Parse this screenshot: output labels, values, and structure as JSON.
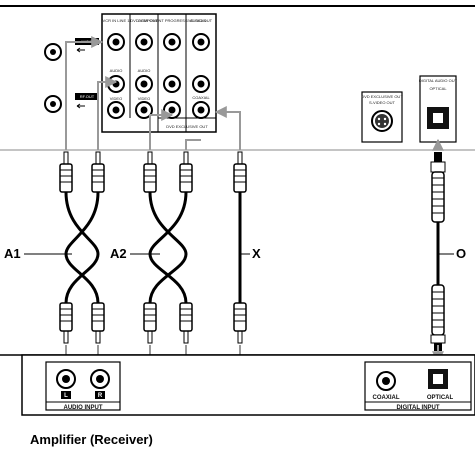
{
  "rear_panel": {
    "antenna_in": "ANT.IN",
    "rf_out": "RF.OUT",
    "vcr_in_line1": "VCR IN LINE 1",
    "dvd_vcr_out": "DVD/VCR OUT",
    "component_out": "COMPONENT PROGRESSIVE SCAN",
    "audio_out": "AUDIO OUT",
    "audio": "AUDIO",
    "video": "VIDEO",
    "dvd_exclusive_svideo": "DVD EXCLUSIVE OUT",
    "svideo_out": "S-VIDEO OUT",
    "coaxial_small": "COAXIAL",
    "dvd_exclusive_out": "DVD EXCLUSIVE OUT",
    "digital_audio_out": "DIGITAL AUDIO OUT",
    "optical_small": "OPTICAL"
  },
  "cables": {
    "a1": "A1",
    "a2": "A2",
    "x": "X",
    "o": "O"
  },
  "receiver": {
    "l_badge": "L",
    "r_badge": "R",
    "audio_input": "AUDIO INPUT",
    "coaxial": "COAXIAL",
    "optical": "OPTICAL",
    "digital_input": "DIGITAL INPUT",
    "caption": "Amplifier (Receiver)"
  }
}
